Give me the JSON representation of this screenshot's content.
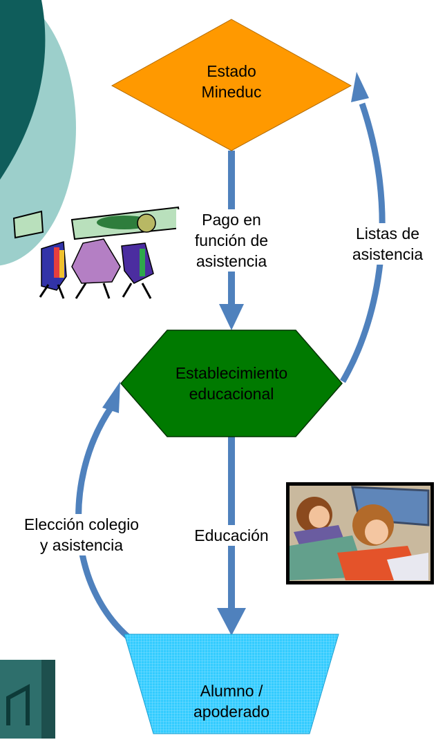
{
  "nodes": {
    "estado": {
      "line1": "Estado",
      "line2": "Mineduc",
      "color": "#FF9900"
    },
    "establecimiento": {
      "line1": "Establecimiento",
      "line2": "educacional",
      "color": "#007A00"
    },
    "alumno": {
      "line1": "Alumno /",
      "line2": "apoderado",
      "color": "#33CCFF"
    }
  },
  "edges": {
    "pago": {
      "line1": "Pago en",
      "line2": "función de",
      "line3": "asistencia"
    },
    "listas": {
      "line1": "Listas de",
      "line2": "asistencia"
    },
    "educacion": {
      "line1": "Educación"
    },
    "eleccion": {
      "line1": "Elección colegio",
      "line2": "y asistencia"
    }
  },
  "colors": {
    "arrow": "#4F81BD",
    "bg_dark_teal": "#0F5D5B",
    "bg_light_teal": "#9CCFCB",
    "slide_button": "#2E6F6C"
  },
  "icons": {
    "money": "clipart-people-lifting-banknote",
    "classroom": "clipart-students-writing-in-classroom",
    "slide_number": "slide-number-button"
  }
}
